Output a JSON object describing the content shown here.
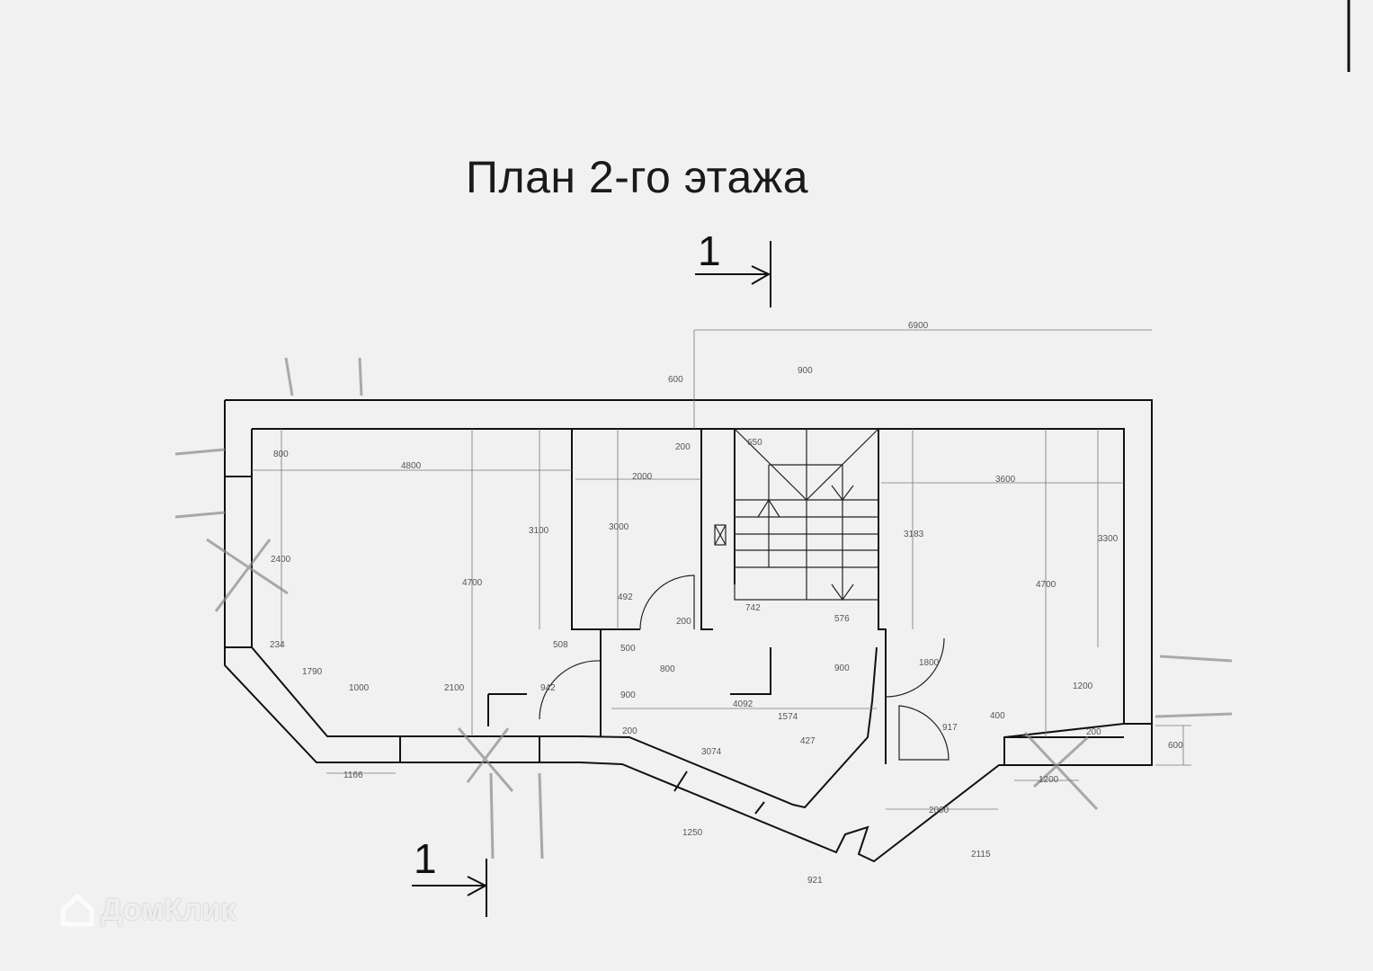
{
  "title": "План 2-го этажа",
  "section_marker": "1",
  "watermark": "ДомКлик",
  "dimensions": [
    "6900",
    "600",
    "900",
    "200",
    "650",
    "800",
    "4800",
    "2000",
    "3600",
    "3100",
    "3000",
    "3183",
    "3300",
    "2400",
    "4700",
    "4700",
    "492",
    "742",
    "200",
    "576",
    "234",
    "508",
    "500",
    "1790",
    "800",
    "900",
    "1800",
    "1000",
    "2100",
    "942",
    "900",
    "1200",
    "4092",
    "1574",
    "400",
    "917",
    "200",
    "200",
    "427",
    "600",
    "3074",
    "1166",
    "1200",
    "2000",
    "1250",
    "2115",
    "921"
  ],
  "colors": {
    "paper": "#f1f1f1",
    "ink": "#1a1a1a",
    "dim_ink": "#555555",
    "pencil": "#7a7a7a"
  }
}
